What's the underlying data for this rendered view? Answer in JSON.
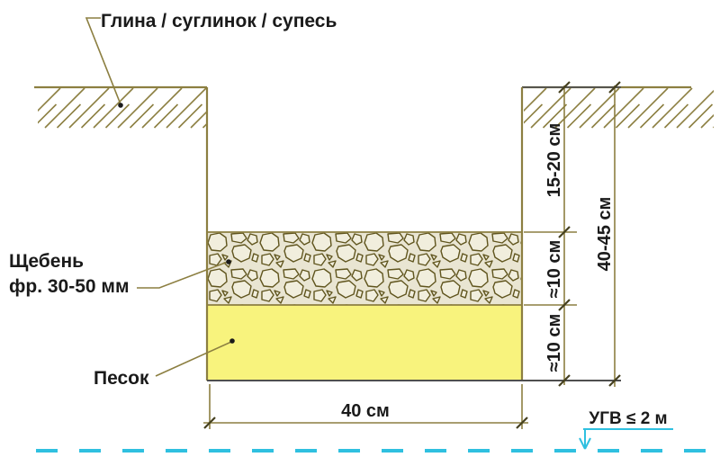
{
  "diagram": {
    "labels": {
      "soil": "Глина / суглинок / супесь",
      "gravel_line1": "Щебень",
      "gravel_line2": "фр. 30-50 мм",
      "sand": "Песок",
      "groundwater": "УГВ ≤ 2 м"
    },
    "dimensions": {
      "backfill_depth": "15-20 см",
      "gravel_thickness": "≈10 см",
      "sand_thickness": "≈10 см",
      "total_depth": "40-45 см",
      "trench_width": "40 см"
    },
    "colors": {
      "line_olive": "#8c7f41",
      "dark_line": "#4f4f4f",
      "tick_dark": "#45401f",
      "sand_fill": "#f8f37d",
      "gravel_bg": "#e9e5d2",
      "stone_fill": "#f1eedd",
      "stone_outline": "#60551e",
      "water_cyan": "#2fc0e0",
      "text_black": "#1a1a1a"
    }
  }
}
